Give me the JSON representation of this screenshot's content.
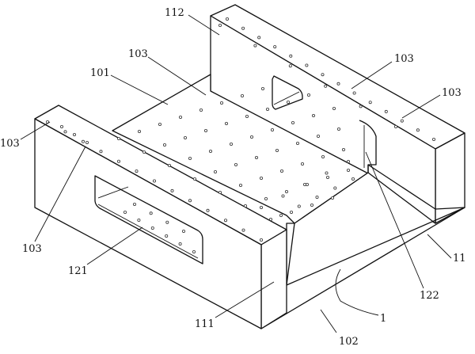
{
  "labels": {
    "l112": "112",
    "l103_top": "103",
    "l101": "101",
    "l103_right_top": "103",
    "l103_right": "103",
    "l103_left": "103",
    "l103_bottom_left": "103",
    "l121": "121",
    "l122": "122",
    "l11": "11",
    "l111": "111",
    "l1": "1",
    "l102": "102"
  }
}
